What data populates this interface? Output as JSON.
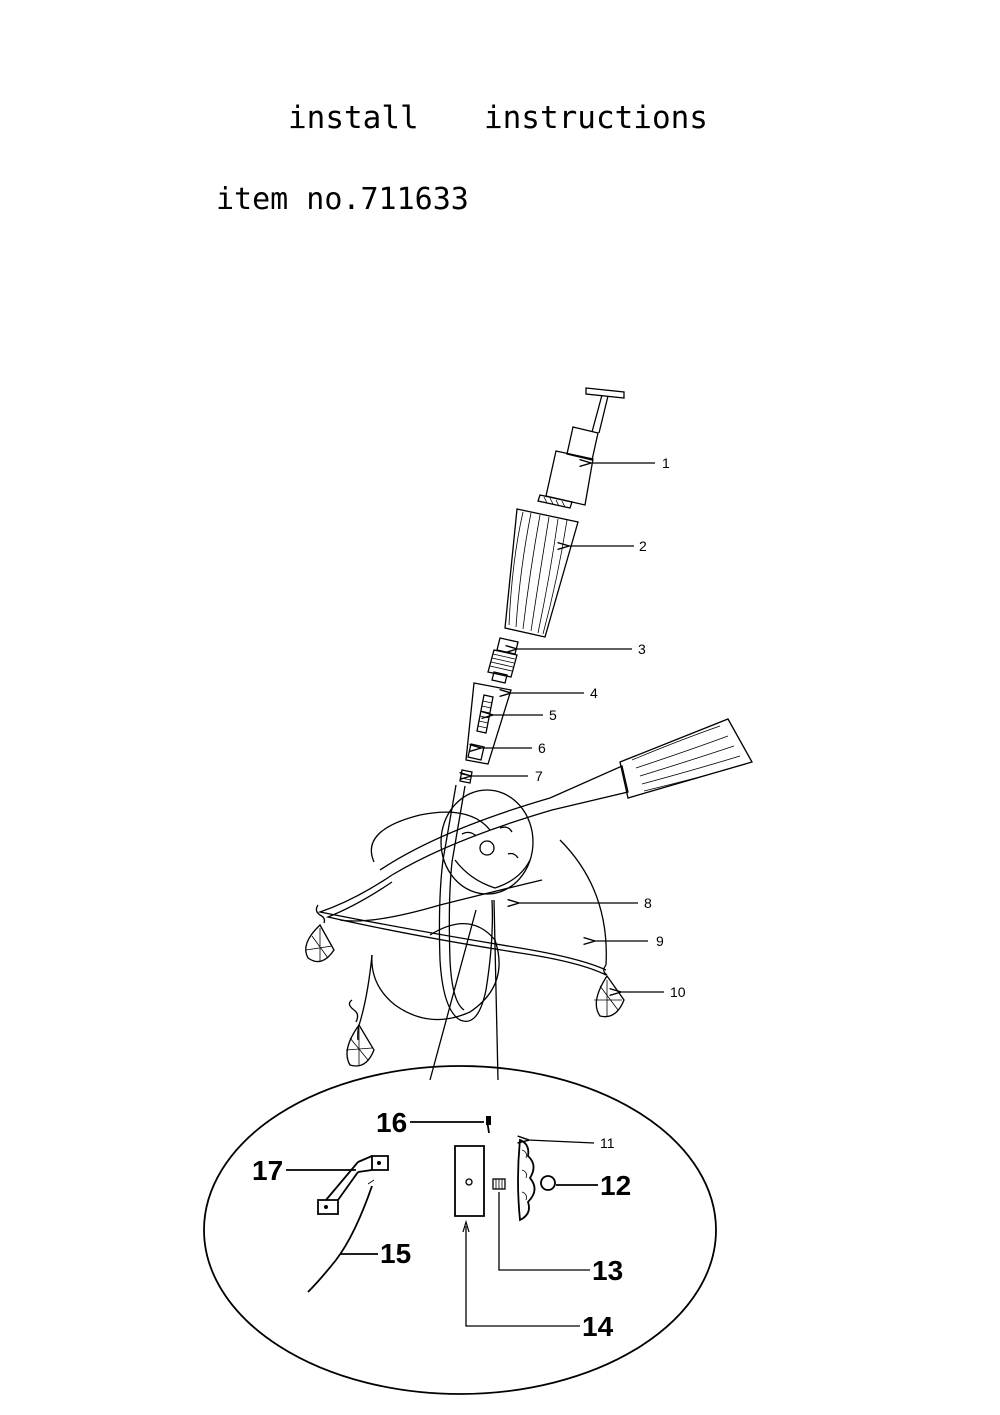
{
  "header": {
    "title": "install  instructions",
    "item_number": "item no.711633"
  },
  "diagram": {
    "labels": {
      "p1": "1",
      "p2": "2",
      "p3": "3",
      "p4": "4",
      "p5": "5",
      "p6": "6",
      "p7": "7",
      "p8": "8",
      "p9": "9",
      "p10": "10",
      "p11": "11",
      "p12": "12",
      "p13": "13",
      "p14": "14",
      "p15": "15",
      "p16": "16",
      "p17": "17"
    }
  }
}
